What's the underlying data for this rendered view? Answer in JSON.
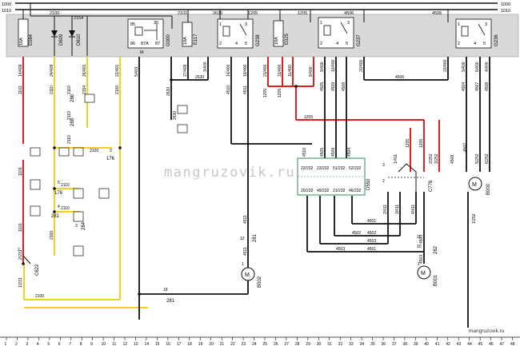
{
  "rails": {
    "top": "1000",
    "second": "1010"
  },
  "block_wires": [
    "2100",
    "2154",
    "2101",
    "2630",
    "1205",
    "1205",
    "4506",
    "4506"
  ],
  "components": {
    "fuse_e084": {
      "name": "E084",
      "rating": "10A"
    },
    "diode_d609": {
      "name": "D609"
    },
    "diode_d610": {
      "name": "D610"
    },
    "relay_g000": {
      "name": "G000",
      "pins": [
        "85",
        "30",
        "86",
        "87A",
        "87"
      ],
      "tag": "M"
    },
    "fuse_e117": {
      "name": "E117",
      "rating": "10A"
    },
    "relay_g238": {
      "name": "G238",
      "pins": [
        "1",
        "3",
        "2",
        "4",
        "5"
      ]
    },
    "fuse_e025": {
      "name": "E025",
      "rating": "10A"
    },
    "relay_g237": {
      "name": "G237",
      "pins": [
        "1",
        "3",
        "2",
        "4",
        "5"
      ]
    },
    "relay_g236": {
      "name": "G236",
      "pins": [
        "1",
        "3",
        "2",
        "4",
        "5"
      ]
    },
    "module_d550": {
      "name": "D550",
      "pins_top": [
        "22/232",
        "23/232",
        "51/232",
        "52/232"
      ],
      "pins_bottom": [
        "20/232",
        "49/232",
        "21/232",
        "46/232"
      ]
    },
    "switch_c776": {
      "name": "C776"
    },
    "motor_b000": {
      "name": "B000",
      "pin": "M"
    },
    "motor_b001": {
      "name": "B001",
      "pin": "M"
    },
    "motor_b002": {
      "name": "B002",
      "pin": "M"
    },
    "switch_c622": {
      "name": "C622"
    },
    "conn_286": {
      "name": "286"
    },
    "conn_288": {
      "name": "288"
    },
    "conn_176a": {
      "name": "176"
    },
    "conn_176b": {
      "name": "176"
    },
    "conn_281a": {
      "name": "281"
    },
    "conn_284": {
      "name": "284"
    },
    "conn_281b": {
      "name": "281"
    },
    "conn_281c": {
      "name": "281"
    },
    "conn_282": {
      "name": "282"
    }
  },
  "wire_codes": {
    "left": [
      "14/409",
      "1101",
      "24/409",
      "2110",
      "2110",
      "2110",
      "2110",
      "26/401",
      "2154",
      "22/401",
      "2100",
      "5/401",
      "1101",
      "1101",
      "2/231",
      "1/231",
      "2100",
      "2100",
      "2110",
      "2110",
      "2100"
    ],
    "mid": [
      "2630",
      "27/409",
      "2630",
      "3/400",
      "2630",
      "14/400",
      "4510",
      "19/400",
      "4511",
      "1205",
      "21/400",
      "1205",
      "31/400",
      "11/400",
      "8/400",
      "9/400",
      "4505",
      "10/400",
      "4509",
      "4508",
      "20/400"
    ],
    "right": [
      "4506",
      "22/400",
      "1205",
      "5/400",
      "4504",
      "6/400",
      "4507",
      "4/400",
      "4508",
      "1205",
      "1205",
      "1/411",
      "2/252",
      "3/252",
      "4508",
      "5/252",
      "6/252",
      "4507",
      "1/252"
    ],
    "lower": [
      "4510",
      "4505",
      "4509",
      "4504",
      "4501",
      "4502",
      "4503",
      "4501",
      "4502",
      "4503",
      "2/411",
      "3/411",
      "4/411",
      "4503",
      "4511",
      "4511",
      "4503"
    ],
    "pins": [
      "12",
      "11",
      "10",
      "18",
      "5",
      "4",
      "3",
      "2",
      "1",
      "3",
      "1",
      "2",
      "3"
    ]
  },
  "watermarks": {
    "center": "mangruzovik.ru",
    "corner": "mangruzovik.ru"
  },
  "column_numbers": [
    "1",
    "2",
    "3",
    "4",
    "5",
    "6",
    "7",
    "8",
    "9",
    "10",
    "11",
    "12",
    "13",
    "14",
    "15",
    "16",
    "17",
    "18",
    "19",
    "20",
    "21",
    "22",
    "23",
    "24",
    "25",
    "26",
    "27",
    "28",
    "29",
    "30",
    "31",
    "32",
    "33",
    "34",
    "35",
    "36",
    "37",
    "38",
    "39",
    "40",
    "41",
    "42",
    "43",
    "44",
    "45",
    "46",
    "47",
    "48"
  ],
  "colors": {
    "wire_black": "#111111",
    "wire_red": "#e02020",
    "wire_yellow": "#f0d020",
    "block_fill": "#d9d9d9",
    "rail_fill": "#1a1a1a",
    "module_outline": "#2e8b57"
  }
}
